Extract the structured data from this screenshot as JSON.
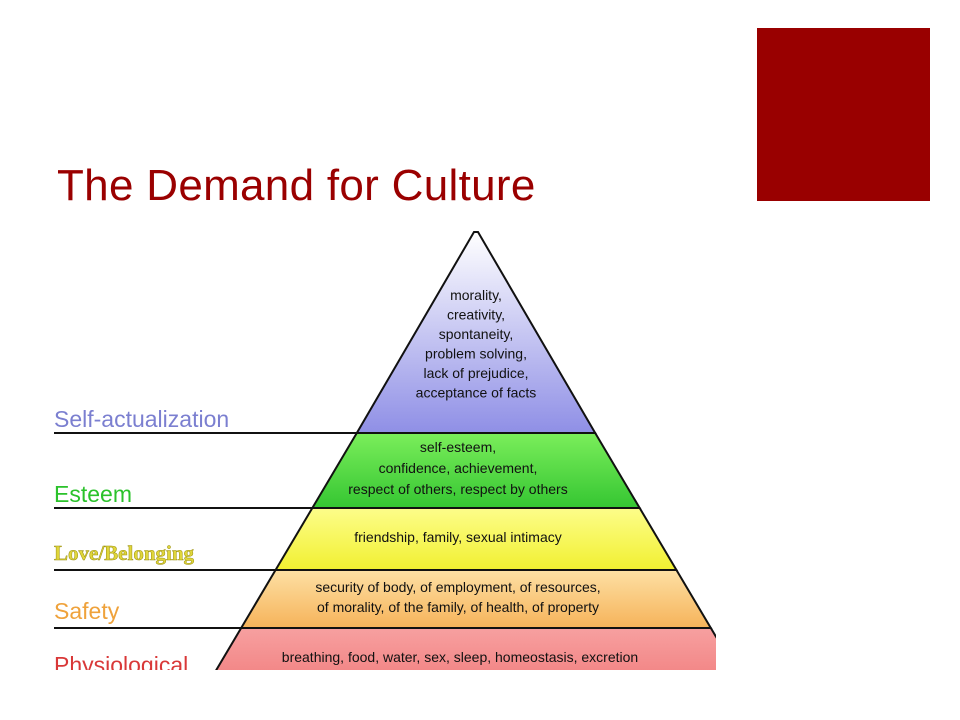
{
  "slide": {
    "title": "The Demand for Culture",
    "title_color": "#9a0000",
    "accent_color": "#990000"
  },
  "pyramid": {
    "levels": [
      {
        "name": "Self-actualization",
        "label_color": "#7b7fd0",
        "fill_top": "#ffffff",
        "fill_bottom": "#8f8fe6",
        "lines": [
          "morality,",
          "creativity,",
          "spontaneity,",
          "problem solving,",
          "lack of prejudice,",
          "acceptance of facts"
        ]
      },
      {
        "name": "Esteem",
        "label_color": "#2bc22b",
        "fill_top": "#7bee5b",
        "fill_bottom": "#35c632",
        "lines": [
          "self-esteem,",
          "confidence, achievement,",
          "respect of others, respect by others"
        ]
      },
      {
        "name": "Love/Belonging",
        "label_color": "#e0d63a",
        "fill_top": "#fdfd8a",
        "fill_bottom": "#f1f031",
        "lines": [
          "friendship, family, sexual intimacy"
        ]
      },
      {
        "name": "Safety",
        "label_color": "#efa23b",
        "fill_top": "#fde0a4",
        "fill_bottom": "#f6b35a",
        "lines": [
          "security of body, of employment, of resources,",
          "of morality, of the family, of health, of property"
        ]
      },
      {
        "name": "Physiological",
        "label_color": "#d93838",
        "fill_top": "#f7a0a0",
        "fill_bottom": "#ec6161",
        "lines": [
          "breathing, food, water, sex, sleep, homeostasis, excretion"
        ]
      }
    ]
  }
}
